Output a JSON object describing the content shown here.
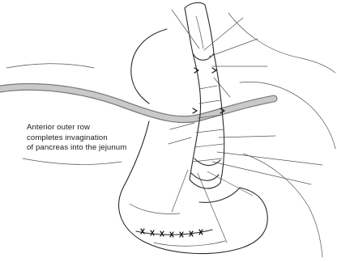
{
  "annotation": {
    "lines": [
      "Anterior outer row",
      "completes invagination",
      "of pancreas into the jejunum"
    ]
  },
  "colors": {
    "ink": "#2a2a2a",
    "duct": "#c4c4c4",
    "background": "#ffffff"
  }
}
